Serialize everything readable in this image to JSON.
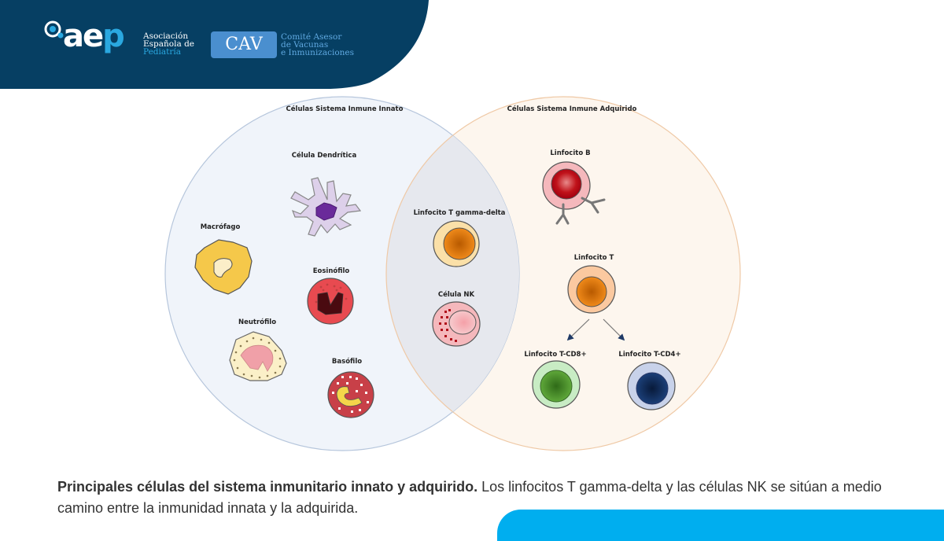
{
  "header": {
    "aep_logo": {
      "letters_white": "ae",
      "letters_blue": "p",
      "line1": "Asociación",
      "line2": "Española de",
      "line3": "Pediatría"
    },
    "cav_logo": {
      "badge": "CAV",
      "line1": "Comité Asesor",
      "line2": "de Vacunas",
      "line3": "e Inmunizaciones"
    },
    "colors": {
      "band": "#063f63",
      "accent_blue": "#2aa8e0",
      "cav_badge": "#4a8fcf"
    }
  },
  "diagram": {
    "innate": {
      "title": "Células Sistema Inmune Innato",
      "color_fill": "#eef3f9",
      "color_stroke": "#b6c6dc",
      "cells": [
        {
          "id": "dendritic",
          "label": "Célula Dendrítica"
        },
        {
          "id": "macrophage",
          "label": "Macrófago"
        },
        {
          "id": "eosinophil",
          "label": "Eosinófilo"
        },
        {
          "id": "neutrophil",
          "label": "Neutrófilo"
        },
        {
          "id": "basophil",
          "label": "Basófilo"
        }
      ]
    },
    "overlap": {
      "cells": [
        {
          "id": "gamma-delta",
          "label": "Linfocito T gamma-delta"
        },
        {
          "id": "nk",
          "label": "Célula NK"
        }
      ]
    },
    "adaptive": {
      "title": "Células Sistema Inmune Adquirido",
      "color_fill": "#fdf6ee",
      "color_stroke": "#efc9a6",
      "cells": [
        {
          "id": "b-cell",
          "label": "Linfocito B"
        },
        {
          "id": "t-cell",
          "label": "Linfocito T"
        },
        {
          "id": "cd8",
          "label": "Linfocito T-CD8+"
        },
        {
          "id": "cd4",
          "label": "Linfocito T-CD4+"
        }
      ]
    }
  },
  "caption": {
    "bold": "Principales células del sistema inmunitario innato y adquirido.",
    "text": " Los linfocitos T gamma-delta y las células NK se sitúan a medio camino entre la inmunidad innata y la adquirida."
  },
  "footer": {
    "bar_color": "#00aeef"
  }
}
